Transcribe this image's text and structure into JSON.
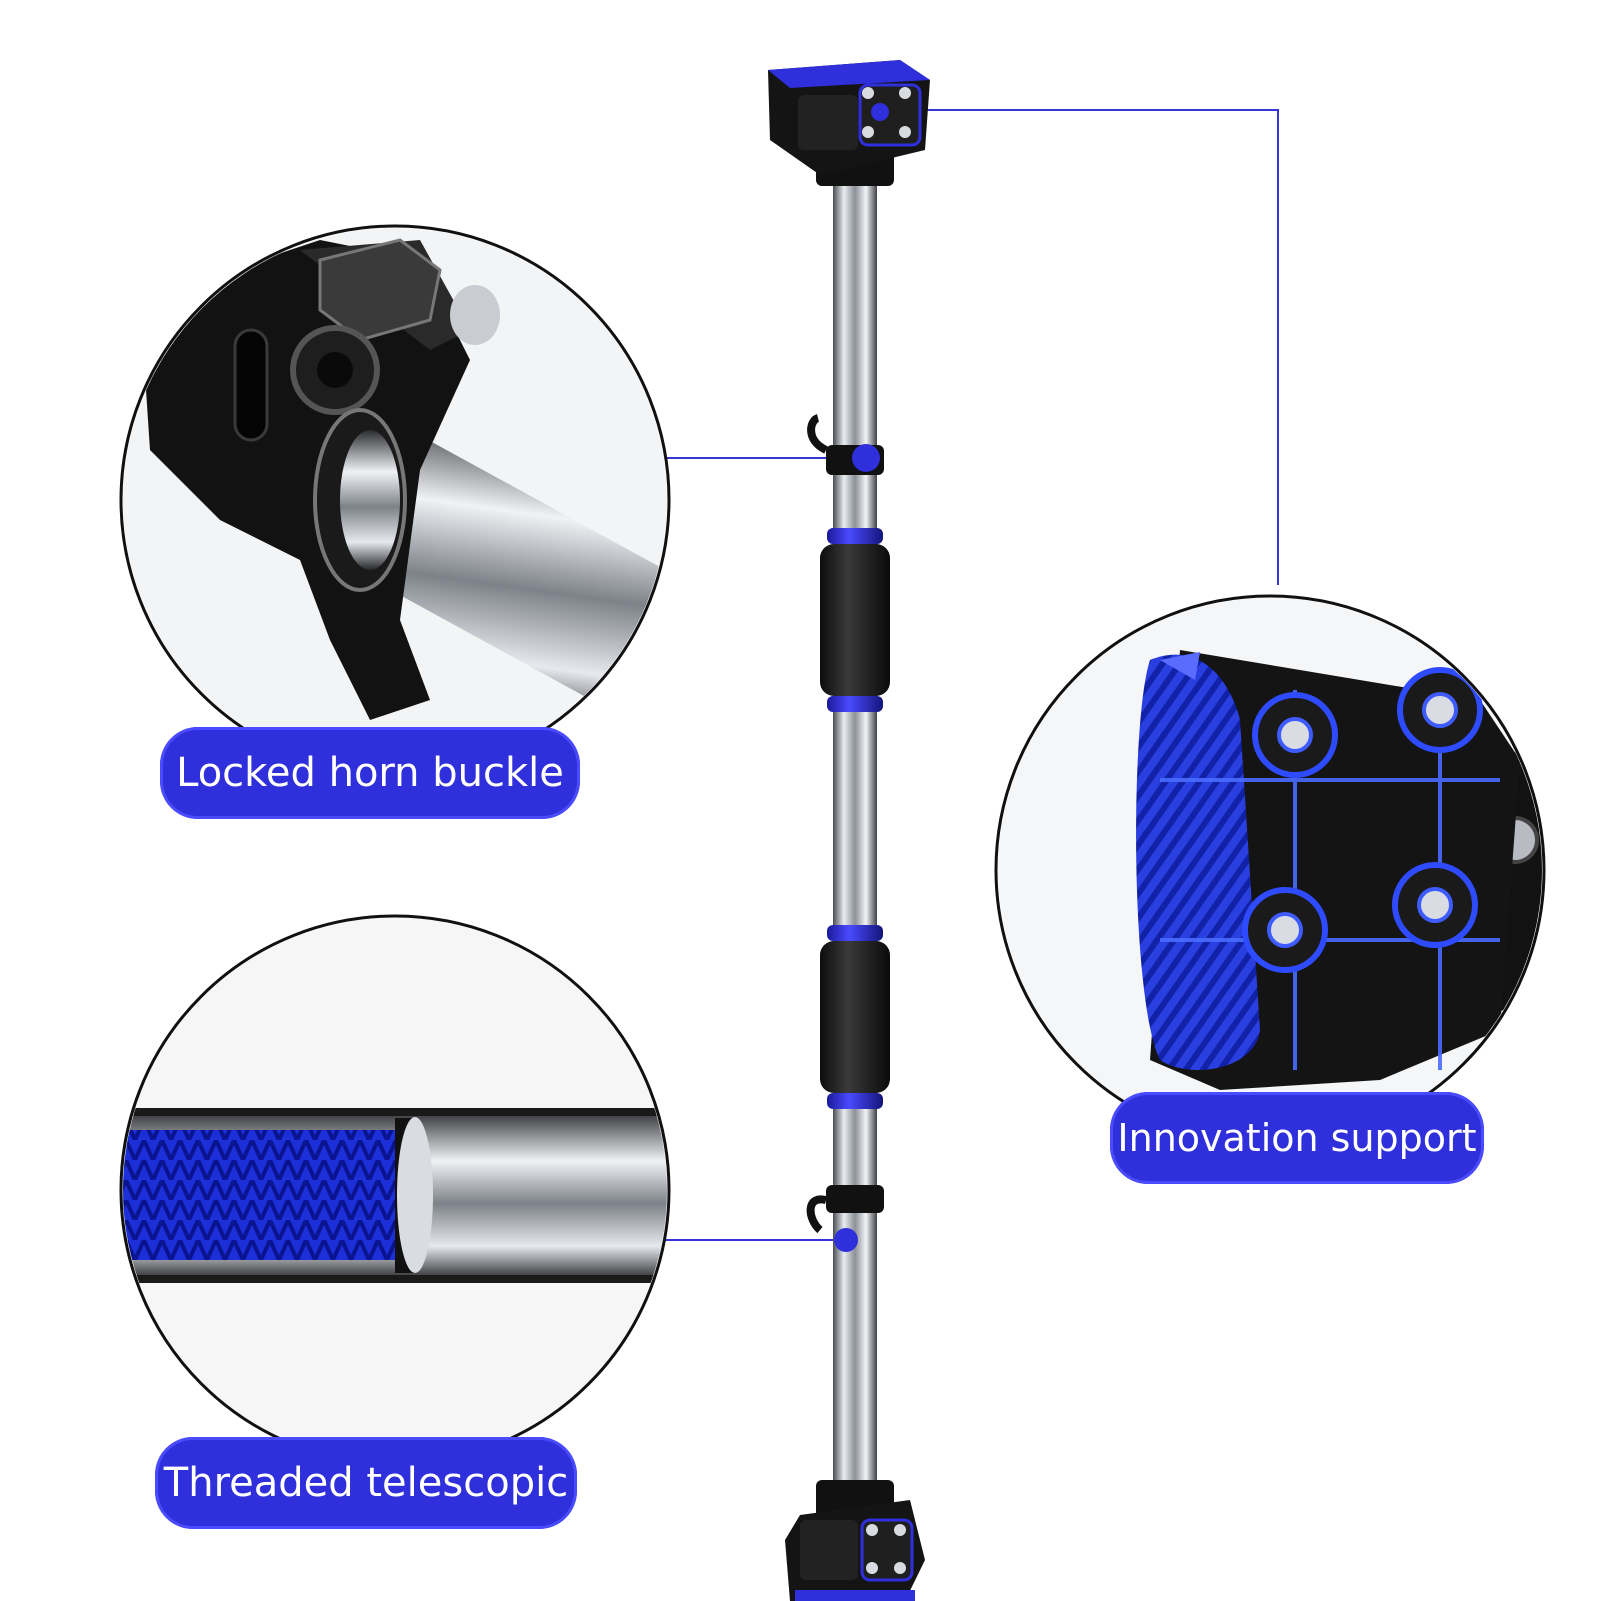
{
  "labels": {
    "locked_horn_buckle": "Locked horn buckle",
    "innovation_support": "Innovation support",
    "threaded_telescopic": "Threaded telescopic"
  },
  "colors": {
    "accent_blue": "#2f2fdc",
    "line_blue": "#3535d8",
    "background": "#ffffff",
    "rubber_black": "#1a1a1a",
    "steel": "#c8ccd2"
  }
}
